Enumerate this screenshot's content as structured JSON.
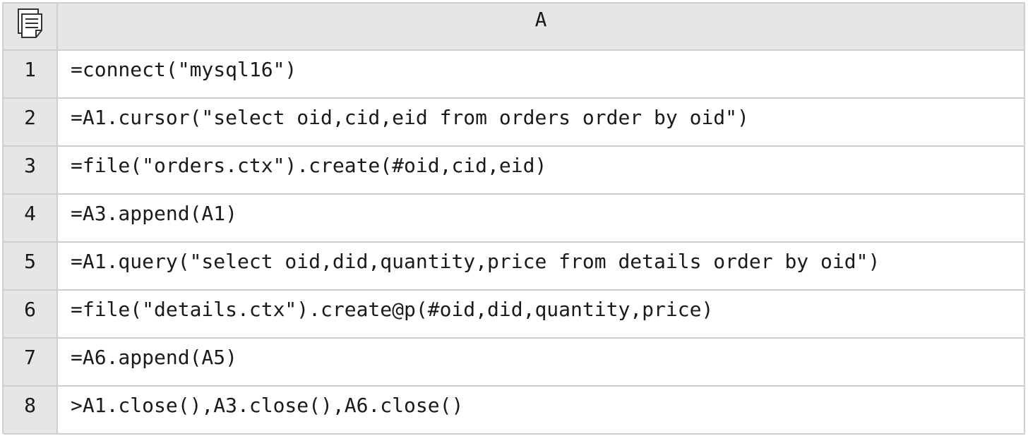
{
  "sheet": {
    "column_headers": [
      "A"
    ],
    "rows": [
      {
        "row": "1",
        "A": "=connect(\"mysql16\")"
      },
      {
        "row": "2",
        "A": "=A1.cursor(\"select oid,cid,eid from orders order by oid\")"
      },
      {
        "row": "3",
        "A": "=file(\"orders.ctx\").create(#oid,cid,eid)"
      },
      {
        "row": "4",
        "A": "=A3.append(A1)"
      },
      {
        "row": "5",
        "A": "=A1.query(\"select oid,did,quantity,price from details order by oid\")"
      },
      {
        "row": "6",
        "A": "=file(\"details.ctx\").create@p(#oid,did,quantity,price)"
      },
      {
        "row": "7",
        "A": "=A6.append(A5)"
      },
      {
        "row": "8",
        "A": ">A1.close(),A3.close(),A6.close()"
      }
    ]
  },
  "icons": {
    "corner": "document-stack-icon"
  },
  "colors": {
    "header_bg": "#e6e6e6",
    "grid_line": "#cfcfcf",
    "cell_bg": "#ffffff",
    "text": "#1a1a1a"
  }
}
